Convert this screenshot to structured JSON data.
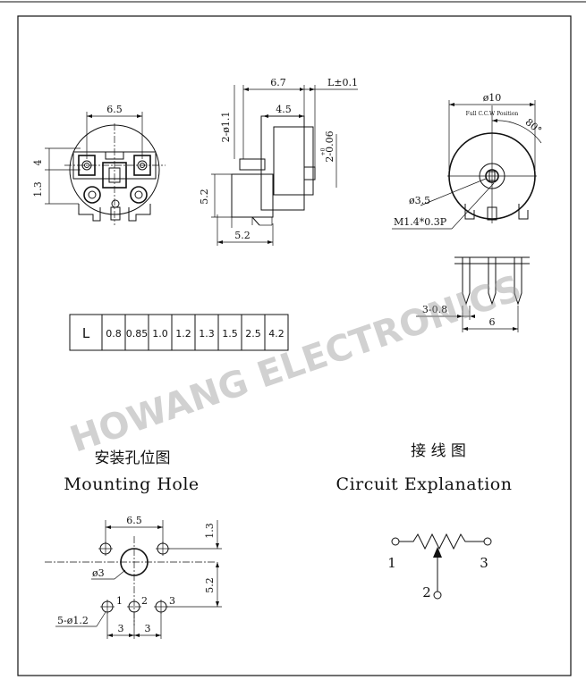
{
  "watermark": "HOWANG ELECTRONICS",
  "front_view": {
    "dim_width": "6.5",
    "dim_height_top": "4",
    "dim_height_low": "1.3"
  },
  "side_view": {
    "dim_total": "6.7",
    "dim_tolerance": "L±0.1",
    "dim_body": "4.5",
    "dim_holes": "2-ø1.1",
    "dim_shaft": "2-0.06",
    "dim_shaft_sup": "+0",
    "dim_height": "5.2",
    "dim_base": "5.2"
  },
  "top_view": {
    "dim_diameter": "ø10",
    "full_ccw": "Full C.C.W Position",
    "angle": "80°",
    "dim_hole": "ø3.5",
    "thread": "M1.4*0.3P"
  },
  "pin_view": {
    "dim_pins": "3-0.8",
    "dim_span": "6"
  },
  "length_table": {
    "header": "L",
    "values": [
      "0.8",
      "0.85",
      "1.0",
      "1.2",
      "1.3",
      "1.5",
      "2.5",
      "4.2"
    ]
  },
  "mounting": {
    "title_cn": "安装孔位图",
    "title_en": "Mounting Hole",
    "dim_width": "6.5",
    "dim_top": "1.3",
    "dim_center": "ø3",
    "dim_vert": "5.2",
    "dim_holes": "5-ø1.2",
    "dim_pitch_a": "3",
    "dim_pitch_b": "3",
    "pin_labels": [
      "1",
      "2",
      "3"
    ]
  },
  "circuit": {
    "title_cn": "接 线 图",
    "title_en": "Circuit Explanation",
    "pin_labels": [
      "1",
      "2",
      "3"
    ]
  }
}
